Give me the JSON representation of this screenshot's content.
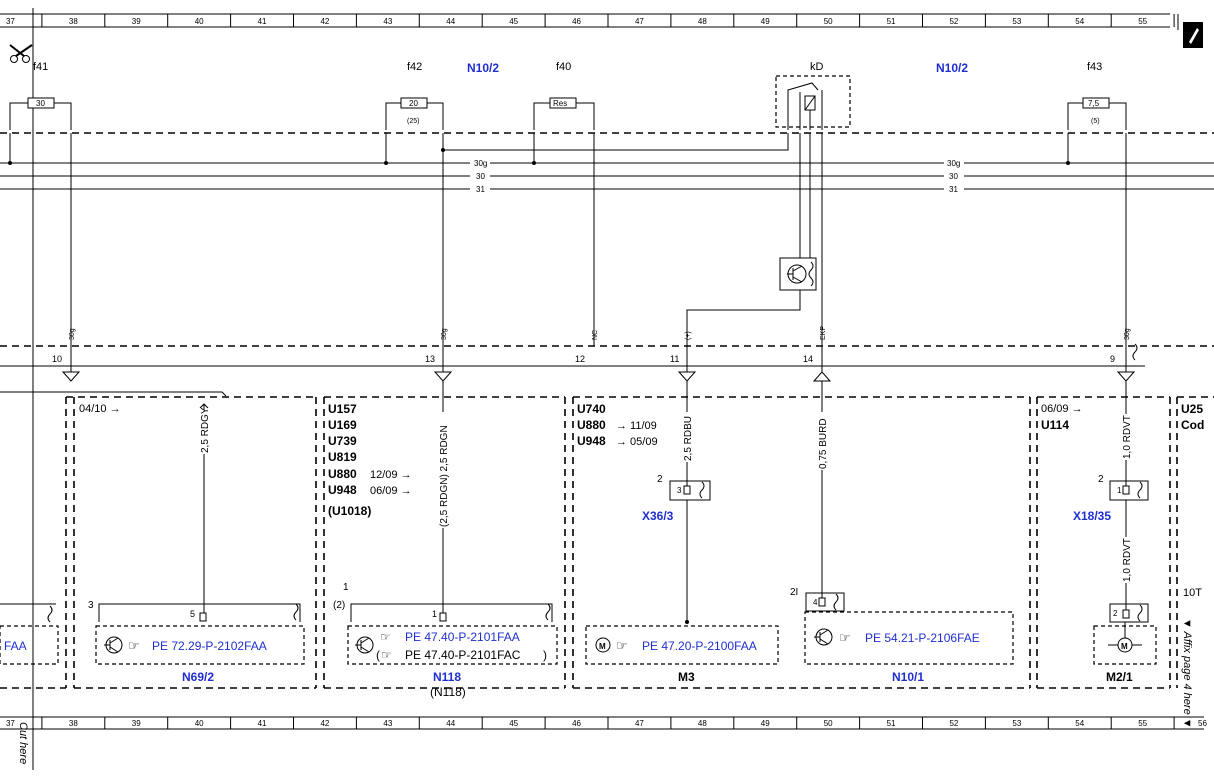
{
  "ruler": {
    "cells": [
      "37",
      "38",
      "39",
      "40",
      "41",
      "42",
      "43",
      "44",
      "45",
      "46",
      "47",
      "48",
      "49",
      "50",
      "51",
      "52",
      "53",
      "54",
      "55"
    ],
    "bottom_last": "56"
  },
  "fuses": [
    {
      "name": "f41",
      "rating": "30",
      "sub": ""
    },
    {
      "name": "f42",
      "rating": "20",
      "sub": "(25)"
    },
    {
      "name": "f40",
      "rating": "Res",
      "sub": ""
    },
    {
      "name": "f43",
      "rating": "7,5",
      "sub": "(5)"
    }
  ],
  "relay": {
    "name": "kD"
  },
  "module_labels": [
    "N10/2",
    "N10/2"
  ],
  "buses": [
    "30g",
    "30",
    "31",
    "30g",
    "30",
    "31"
  ],
  "pin_labels": [
    "30g",
    "30g",
    "NC",
    "(+)",
    "EKP",
    "30g"
  ],
  "pin_numbers": [
    "10",
    "13",
    "12",
    "11",
    "14",
    "9"
  ],
  "wires": [
    "2,5 RDGY",
    "(2,5 RDGN) 2,5 RDGN",
    "2,5 RDBU",
    "0,75 BURD",
    "1,0 RDVT",
    "1,0 RDVT"
  ],
  "codes": {
    "c1": "04/10  →",
    "c2": [
      "U157",
      "U169",
      "U739",
      "U819",
      "U880",
      "U948",
      "(U1018)"
    ],
    "c2_dates": [
      "12/09  →",
      "06/09  →"
    ],
    "c3": [
      "U740",
      "U880",
      "U948"
    ],
    "c3_dates": [
      "→ 11/09",
      "→ 05/09"
    ],
    "c4": [
      "06/09  →",
      "U114"
    ],
    "c5": [
      "U25",
      "Cod"
    ]
  },
  "connectors": [
    {
      "name": "X36/3",
      "pin": "3",
      "num": "2"
    },
    {
      "name": "X18/35",
      "pin": "1",
      "num": "2"
    }
  ],
  "components": [
    {
      "id": "N69/2",
      "pe": "PE 72.29-P-2102FAA",
      "pin": "5",
      "num": "3"
    },
    {
      "id": "N118",
      "alt": "(N118)",
      "pe": "PE 47.40-P-2101FAA",
      "pe2": "PE 47.40-P-2101FAC",
      "pin": "1",
      "num": "1",
      "num2": "(2)"
    },
    {
      "id": "M3",
      "pe": "PE 47.20-P-2100FAA"
    },
    {
      "id": "N10/1",
      "pe": "PE 54.21-P-2106FAE",
      "pin": "4",
      "num": "2I"
    },
    {
      "id": "M2/1",
      "pin": "2"
    }
  ],
  "left_partial": "FAA",
  "side_text": [
    "10T",
    "▼ Affix page 4 here ▼"
  ],
  "cut_here": "Cut here",
  "icons": [
    "scissors-icon",
    "pen-icon",
    "reference-hand-icon",
    "motor-icon",
    "transistor-icon"
  ],
  "colors": {
    "accent": "#1f2fd0",
    "line": "#000000"
  }
}
